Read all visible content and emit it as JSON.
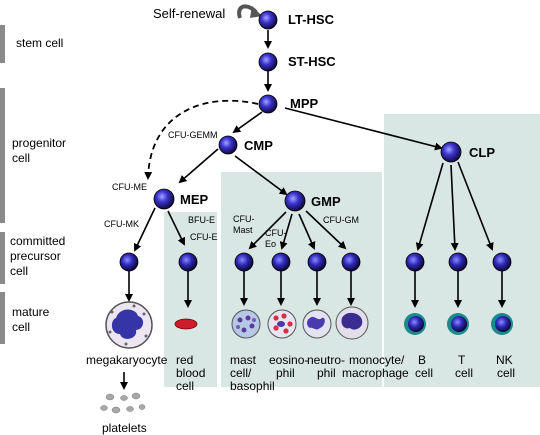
{
  "stages": {
    "stem": "stem cell",
    "progenitor": [
      "progenitor",
      "cell"
    ],
    "committed": [
      "committed",
      "precursor",
      "cell"
    ],
    "mature": [
      "mature",
      "cell"
    ]
  },
  "nodes": {
    "self_renewal": "Self-renewal",
    "lt_hsc": "LT-HSC",
    "st_hsc": "ST-HSC",
    "mpp": "MPP",
    "cmp": "CMP",
    "clp": "CLP",
    "mep": "MEP",
    "gmp": "GMP"
  },
  "small_labels": {
    "cfu_gemm": "CFU-GEMM",
    "cfu_me": "CFU-ME",
    "cfu_mk": "CFU-MK",
    "bfu_e": "BFU-E",
    "cfu_e": "CFU-E",
    "cfu_mast": [
      "CFU-",
      "Mast"
    ],
    "cfu_eo": [
      "CFU-",
      "Eo"
    ],
    "cfu_gm": "CFU-GM"
  },
  "mature_cells": {
    "megakaryocyte": "megakaryocyte",
    "red_blood_cell": [
      "red",
      "blood",
      "cell"
    ],
    "mast_cell": [
      "mast",
      "cell/",
      "basophil"
    ],
    "eosinophil": [
      "eosino-",
      "phil"
    ],
    "neutrophil": [
      "neutro-",
      "phil"
    ],
    "monocyte": [
      "monocyte/",
      "macrophage"
    ],
    "b_cell": [
      "B",
      "cell"
    ],
    "t_cell": [
      "T",
      "cell"
    ],
    "nk_cell": [
      "NK",
      "cell"
    ],
    "platelets": "platelets"
  },
  "colors": {
    "panel": "#d8e6e4",
    "stage_bar": "#8a8a8a",
    "cell_dark": "#1e1870",
    "cell_mid": "#3a3ad0",
    "cell_light": "#8c8cff"
  }
}
